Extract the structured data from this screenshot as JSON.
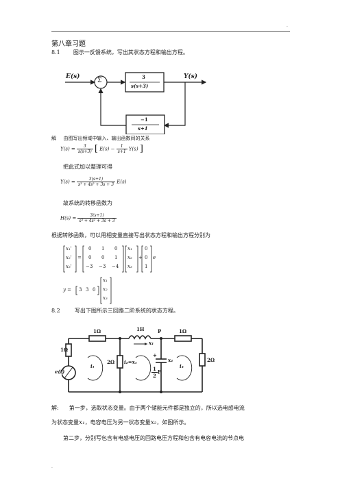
{
  "header": {
    "right_dot": "."
  },
  "chapter_title": "第八章习题",
  "p81": {
    "number": "8.1",
    "question": "图示一反馈系统，写出其状态方程和输出方程。",
    "fig1": {
      "input": "E(s)",
      "sum": "Σ",
      "forward_num": "3",
      "forward_den": "s(s+3)",
      "output": "Y(s)",
      "feedback_num": "−1",
      "feedback_den": "s+1"
    },
    "sol_label": "解",
    "sol_intro": "由图写出频域中输入、输出函数间的关系",
    "eq1": {
      "lhs": "Y(s) =",
      "f1_num": "3",
      "f1_den": "s(s+3)",
      "bracket_a": "E(s) −",
      "f2_num": "1",
      "f2_den": "s+1",
      "bracket_b": "Y(s)"
    },
    "text_rearrange": "把此式加以整理可得",
    "eq2": {
      "lhs": "Y(s) =",
      "num": "3(s+1)",
      "den": "s³ + 4s² + 3s + 3",
      "rhs": "E(s)"
    },
    "text_transfer": "故系统的转移函数为",
    "eq3": {
      "lhs": "H(s) =",
      "num": "3(s+1)",
      "den": "s³ + 4s² + 3s + 3"
    },
    "text_state": "根据转移函数，可以用相变量直接写出状态方程和输出方程分别为",
    "state_eq": {
      "xdot": [
        "x₁'",
        "x₂'",
        "x₃'"
      ],
      "matrix_A": [
        [
          "0",
          "1",
          "0"
        ],
        [
          "0",
          "0",
          "1"
        ],
        [
          "−3",
          "−3",
          "−4"
        ]
      ],
      "x": [
        "x₁",
        "x₂",
        "x₃"
      ],
      "B": [
        "0",
        "0",
        "1"
      ],
      "input": "e"
    },
    "output_eq": {
      "lhs": "y =",
      "C": [
        "3",
        "3",
        "0"
      ],
      "x": [
        "x₁",
        "x₂",
        "x₃"
      ]
    }
  },
  "p82": {
    "number": "8.2",
    "question": "写出下图所示三回路二阶系统的状态方程。",
    "fig2": {
      "r_top_left": "1Ω",
      "inductor": "1H",
      "x1": "x₁",
      "node": "P",
      "r_top_right": "1Ω",
      "r_left": "1Ω",
      "source": "e(t)",
      "i1": "i₁",
      "r_mid": "2Ω",
      "i2": "i₂=x₁",
      "cap_plus": "+",
      "x2": "x₂",
      "cap_num": "1",
      "cap_den": "2",
      "cap_unit": "F",
      "i3": "i₃",
      "r_right": "2Ω"
    },
    "sol_label": "解:",
    "sol_line1": "第一步，选取状态变量。由于两个储能元件都是独立的，所以选电感电流",
    "sol_line2_a": "为状态变量",
    "sol_line2_x1": "x₁",
    "sol_line2_b": "，电容电压为另一状态变量",
    "sol_line2_x2": "x₂",
    "sol_line2_c": "，如图所示。",
    "step2": "第二步，分别写包含有电感电压的回路电压方程和包含有电容电流的节点电"
  },
  "footer": {
    "left_dot": "."
  }
}
